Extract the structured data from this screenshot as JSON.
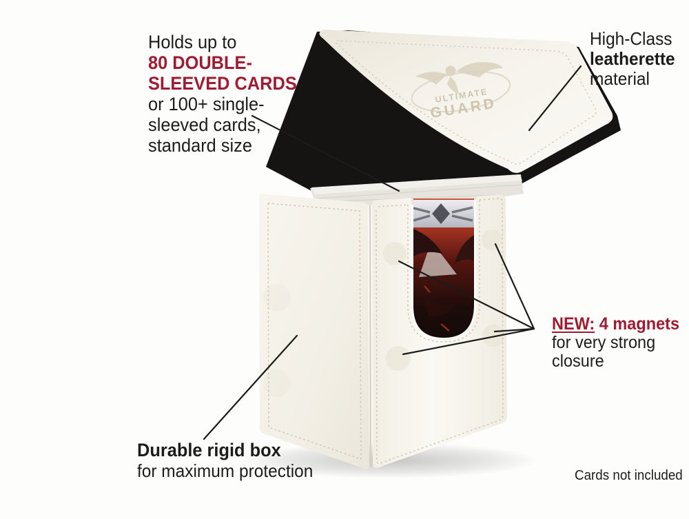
{
  "colors": {
    "accent_red": "#9e1b31",
    "ink": "#1c1c1a",
    "background": "#fdfdfc",
    "leatherette": "#f4f1e9",
    "lid_interior": "#161412"
  },
  "callouts": {
    "capacity": {
      "l1": "Holds up to",
      "l2": "80 DOUBLE-",
      "l3": "SLEEVED CARDS",
      "l4": "or 100+ single-",
      "l5": "sleeved cards,",
      "l6": "standard size"
    },
    "material": {
      "l1": "High-Class",
      "l2": "leatherette",
      "l3": "material"
    },
    "magnets": {
      "new_label": "NEW:",
      "rest": "4 magnets",
      "l2": "for very strong",
      "l3": "closure"
    },
    "rigid": {
      "l1": "Durable rigid box",
      "l2": "for maximum protection"
    },
    "footnote": "Cards not included"
  },
  "product": {
    "brand_top": "ULTIMATE",
    "brand_bottom": "GUARD"
  }
}
